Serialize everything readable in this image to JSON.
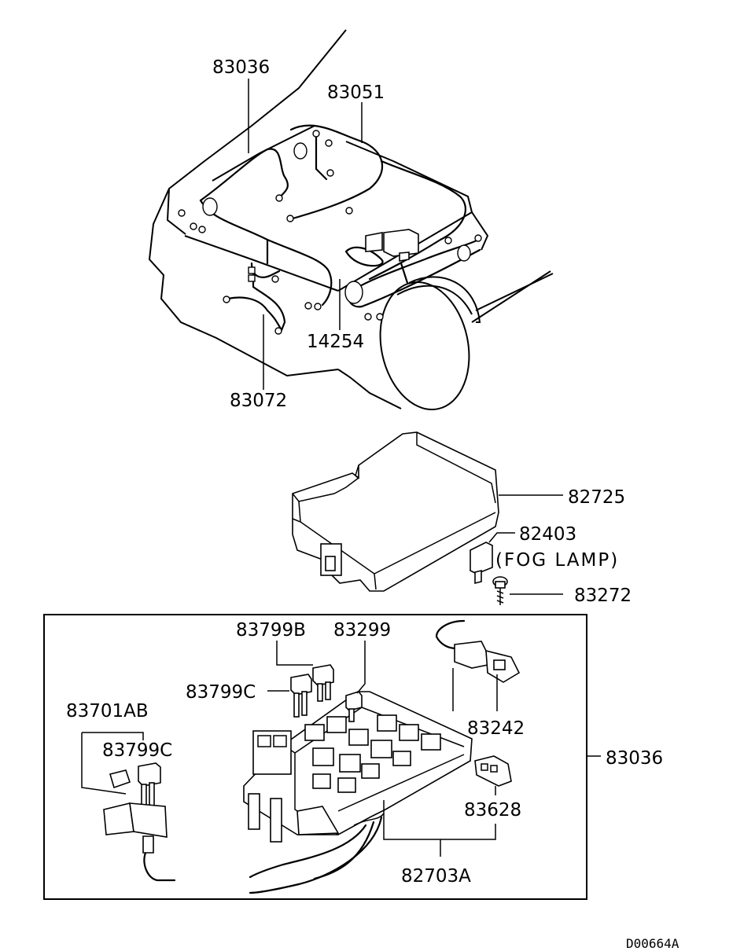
{
  "labels": {
    "harness_front": "83036",
    "harness_engine": "83051",
    "harness_lower": "83072",
    "harness_battery": "14254",
    "cover": "82725",
    "relay_fog": "82403",
    "fog_note": "(FOG LAMP)",
    "bolt": "83272",
    "fuse_b": "83799B",
    "fuse_main": "83299",
    "fuse_c": "83799C",
    "holder": "83701AB",
    "fuse_c2": "83799C",
    "connector": "83242",
    "junction_box": "83036",
    "fusible_link": "83628",
    "bracket": "82703A",
    "diagram_code": "D00664A"
  }
}
